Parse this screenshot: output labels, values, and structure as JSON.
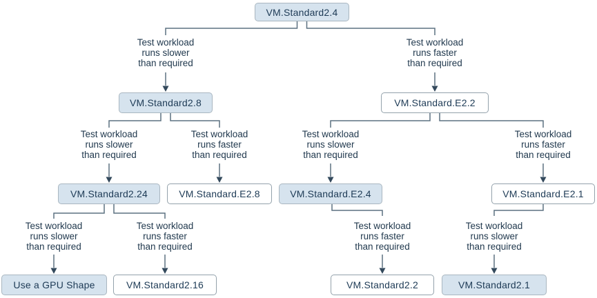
{
  "diagram": {
    "colors": {
      "filled_box_fill": "#d6e3ee",
      "filled_box_border": "#a9b6c0",
      "outline_box_border": "#93a1ab",
      "connector_line": "#5c7080",
      "arrowhead": "#33495c",
      "text": "#1d3a55"
    },
    "nodes": {
      "root": {
        "label": "VM.Standard2.4"
      },
      "std2_8": {
        "label": "VM.Standard2.8"
      },
      "e2_2": {
        "label": "VM.Standard.E2.2"
      },
      "std2_24": {
        "label": "VM.Standard2.24"
      },
      "e2_8": {
        "label": "VM.Standard.E2.8"
      },
      "e2_4": {
        "label": "VM.Standard.E2.4"
      },
      "e2_1": {
        "label": "VM.Standard.E2.1"
      },
      "gpu": {
        "label": "Use a GPU Shape"
      },
      "std2_16": {
        "label": "VM.Standard2.16"
      },
      "std2_2": {
        "label": "VM.Standard2.2"
      },
      "std2_1": {
        "label": "VM.Standard2.1"
      }
    },
    "edges": {
      "root_slower": {
        "label": "Test workload\nruns slower\nthan required"
      },
      "root_faster": {
        "label": "Test workload\nruns faster\nthan required"
      },
      "s28_slower": {
        "label": "Test workload\nruns slower\nthan required"
      },
      "s28_faster": {
        "label": "Test workload\nruns faster\nthan required"
      },
      "e22_slower": {
        "label": "Test workload\nruns slower\nthan required"
      },
      "e22_faster": {
        "label": "Test workload\nruns faster\nthan required"
      },
      "s224_slower": {
        "label": "Test workload\nruns slower\nthan required"
      },
      "s224_faster": {
        "label": "Test workload\nruns faster\nthan required"
      },
      "e24_faster": {
        "label": "Test workload\nruns faster\nthan required"
      },
      "e21_slower": {
        "label": "Test workload\nruns slower\nthan required"
      }
    }
  }
}
